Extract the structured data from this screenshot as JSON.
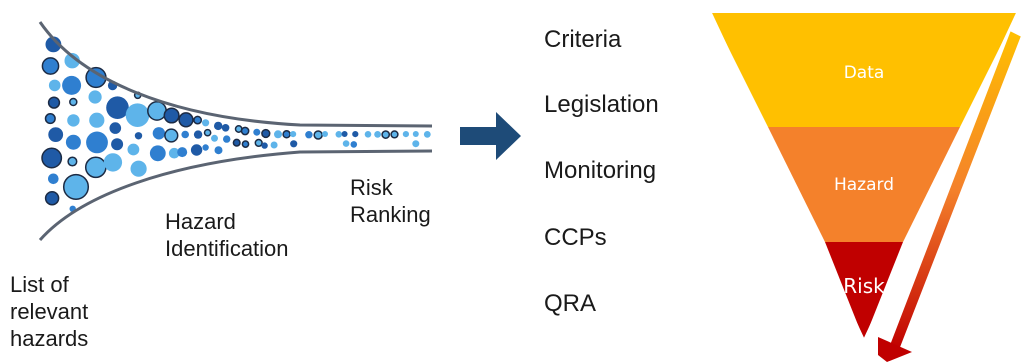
{
  "funnel": {
    "label_start": "List of\nrelevant\nhazards",
    "label_middle": "Hazard\nIdentification",
    "label_end": "Risk\nRanking",
    "colors": {
      "outline": "#5b6472",
      "dark": "#1f5aa6",
      "mid": "#2f7fd0",
      "light": "#5eb4ea",
      "ring": "#1c2b44"
    }
  },
  "arrow": {
    "color": "#1e4b78"
  },
  "criteria": [
    "Criteria",
    "Legislation",
    "Monitoring",
    "CCPs",
    "QRA"
  ],
  "pyramid": {
    "levels": [
      {
        "label": "Data",
        "color": "#ffc000"
      },
      {
        "label": "Hazard",
        "color": "#f4812b"
      },
      {
        "label": "Risk",
        "color": "#c00000"
      }
    ],
    "arrow_colors": [
      "#ffc000",
      "#f4812b",
      "#c00000"
    ]
  }
}
